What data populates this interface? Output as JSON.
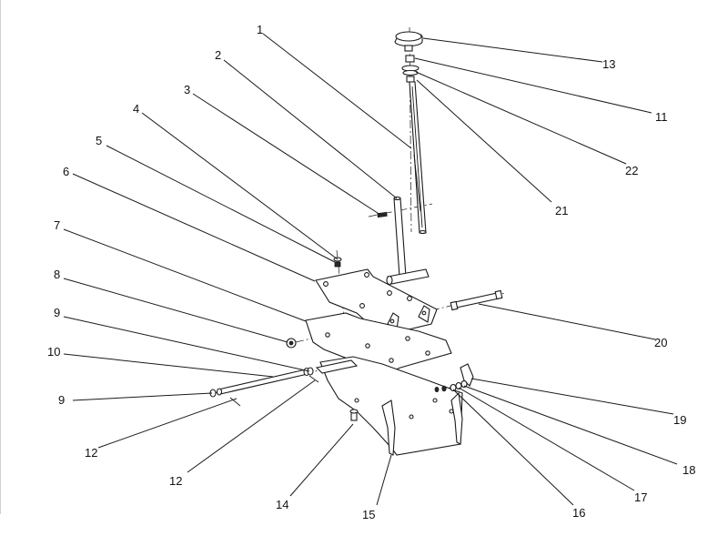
{
  "diagram": {
    "callouts": [
      {
        "id": "c1",
        "label": "1"
      },
      {
        "id": "c2",
        "label": "2"
      },
      {
        "id": "c3",
        "label": "3"
      },
      {
        "id": "c4",
        "label": "4"
      },
      {
        "id": "c5",
        "label": "5"
      },
      {
        "id": "c6",
        "label": "6"
      },
      {
        "id": "c7",
        "label": "7"
      },
      {
        "id": "c8",
        "label": "8"
      },
      {
        "id": "c9a",
        "label": "9"
      },
      {
        "id": "c10",
        "label": "10"
      },
      {
        "id": "c9b",
        "label": "9"
      },
      {
        "id": "c12a",
        "label": "12"
      },
      {
        "id": "c12b",
        "label": "12"
      },
      {
        "id": "c14",
        "label": "14"
      },
      {
        "id": "c15",
        "label": "15"
      },
      {
        "id": "c16",
        "label": "16"
      },
      {
        "id": "c17",
        "label": "17"
      },
      {
        "id": "c18",
        "label": "18"
      },
      {
        "id": "c19",
        "label": "19"
      },
      {
        "id": "c20",
        "label": "20"
      },
      {
        "id": "c21",
        "label": "21"
      },
      {
        "id": "c22",
        "label": "22"
      },
      {
        "id": "c11",
        "label": "11"
      },
      {
        "id": "c13",
        "label": "13"
      }
    ]
  }
}
